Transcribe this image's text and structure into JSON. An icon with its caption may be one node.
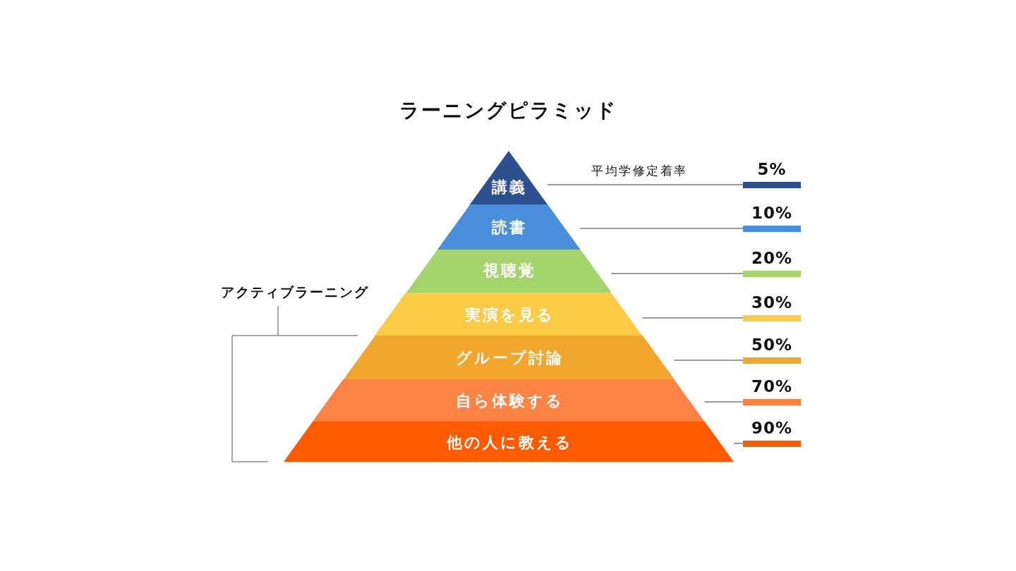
{
  "diagram": {
    "title": "ラーニングピラミッド",
    "nodes": [
      {
        "text": [
          "講義"
        ]
      },
      {
        "text": [
          "読書"
        ]
      },
      {
        "text": [
          "視聴覚"
        ]
      },
      {
        "text": [
          "実演を見る"
        ]
      },
      {
        "text": [
          "グループ討論"
        ]
      },
      {
        "text": [
          "自ら体験する"
        ]
      },
      {
        "text": [
          "他の人に教える"
        ]
      },
      {
        "text": [
          "5%"
        ]
      },
      {
        "text": [
          "10%"
        ]
      },
      {
        "text": [
          "20%"
        ]
      },
      {
        "text": [
          "30%"
        ]
      },
      {
        "text": [
          "50%"
        ]
      },
      {
        "text": [
          "70%"
        ]
      },
      {
        "text": [
          "90%"
        ]
      }
    ],
    "edges": [
      {
        "from": 0,
        "to": 7,
        "arrow": "none"
      },
      {
        "from": 1,
        "to": 8,
        "arrow": "none"
      },
      {
        "from": 2,
        "to": 9,
        "arrow": "none"
      },
      {
        "from": 3,
        "to": 10,
        "arrow": "none"
      },
      {
        "from": 4,
        "to": 11,
        "arrow": "none"
      },
      {
        "from": 5,
        "to": 12,
        "arrow": "none"
      },
      {
        "from": 6,
        "to": 13,
        "arrow": "none"
      }
    ],
    "labels": [
      "平均学修定着率",
      "アクティブラーニング"
    ]
  }
}
